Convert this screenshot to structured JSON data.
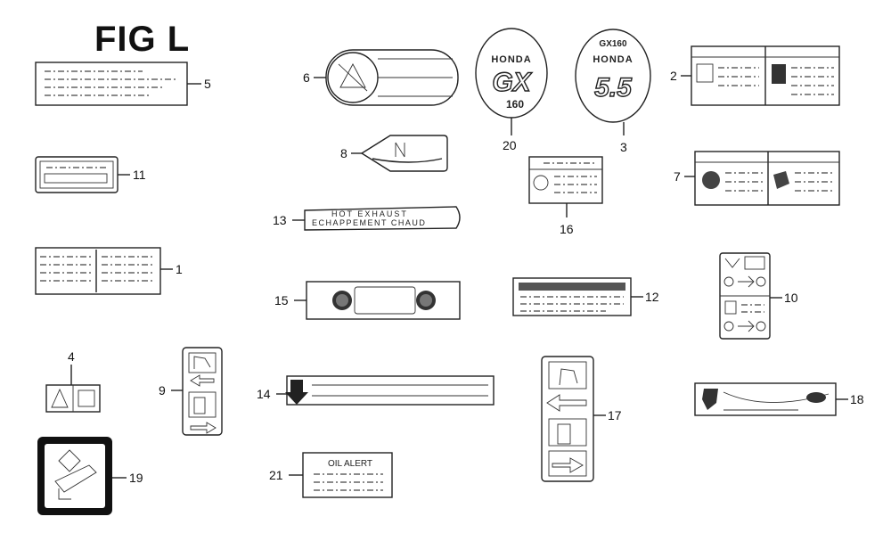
{
  "figure": {
    "title": "FIG L"
  },
  "callouts": {
    "c1": "1",
    "c2": "2",
    "c3": "3",
    "c4": "4",
    "c5": "5",
    "c6": "6",
    "c7": "7",
    "c8": "8",
    "c9": "9",
    "c10": "10",
    "c11": "11",
    "c12": "12",
    "c13": "13",
    "c14": "14",
    "c15": "15",
    "c16": "16",
    "c17": "17",
    "c18": "18",
    "c19": "19",
    "c20": "20",
    "c21": "21"
  },
  "labels": {
    "badge20_brand": "HONDA",
    "badge20_model": "GX",
    "badge20_size": "160",
    "badge3_top": "GX160",
    "badge3_brand": "HONDA",
    "badge3_power": "5.5",
    "label13_line1": "HOT EXHAUST",
    "label13_line2": "ECHAPPEMENT CHAUD",
    "label21_title": "OIL ALERT"
  }
}
